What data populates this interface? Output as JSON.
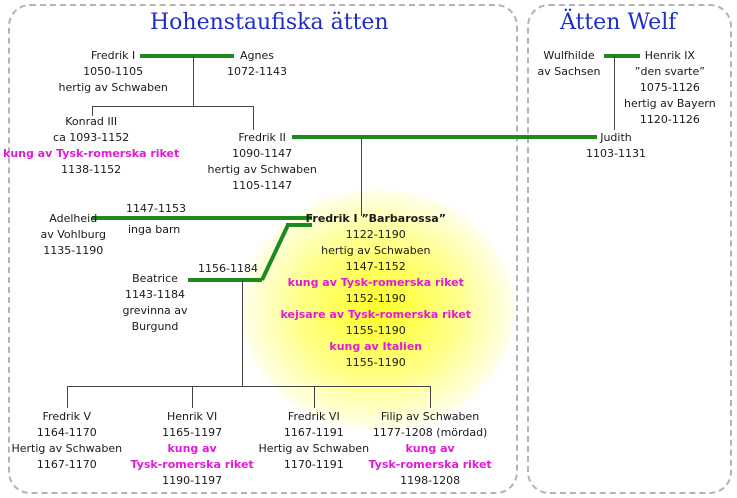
{
  "houses": {
    "hohenstaufen": {
      "title": "Hohenstaufiska ätten"
    },
    "welf": {
      "title": "Ätten Welf"
    }
  },
  "people": {
    "fredrik_i": {
      "lines": [
        {
          "t": "Fredrik I"
        },
        {
          "t": "1050-1105"
        },
        {
          "t": "hertig av Schwaben"
        }
      ]
    },
    "agnes": {
      "lines": [
        {
          "t": "Agnes"
        },
        {
          "t": "1072-1143"
        }
      ]
    },
    "konrad_iii": {
      "lines": [
        {
          "t": "Konrad III"
        },
        {
          "t": "ca 1093-1152"
        },
        {
          "t": "kung av Tysk-romerska riket",
          "hl": true
        },
        {
          "t": "1138-1152"
        }
      ]
    },
    "fredrik_ii": {
      "lines": [
        {
          "t": "Fredrik II"
        },
        {
          "t": "1090-1147"
        },
        {
          "t": "hertig av Schwaben"
        },
        {
          "t": "1105-1147"
        }
      ]
    },
    "wulfhilde": {
      "lines": [
        {
          "t": "Wulfhilde"
        },
        {
          "t": "av Sachsen"
        }
      ]
    },
    "henrik_ix": {
      "lines": [
        {
          "t": "Henrik IX"
        },
        {
          "t": "”den svarte”"
        },
        {
          "t": "1075-1126"
        },
        {
          "t": "hertig av Bayern"
        },
        {
          "t": "1120-1126"
        }
      ]
    },
    "judith": {
      "lines": [
        {
          "t": "Judith"
        },
        {
          "t": "1103-1131"
        }
      ]
    },
    "adelheid": {
      "lines": [
        {
          "t": "Adelheid"
        },
        {
          "t": "av Vohlburg"
        },
        {
          "t": "1135-1190"
        }
      ]
    },
    "barbarossa": {
      "lines": [
        {
          "t": "Fredrik I ”Barbarossa”",
          "b": true
        },
        {
          "t": "1122-1190"
        },
        {
          "t": "hertig av Schwaben"
        },
        {
          "t": "1147-1152"
        },
        {
          "t": "kung av Tysk-romerska riket",
          "hl": true
        },
        {
          "t": "1152-1190"
        },
        {
          "t": "kejsare av Tysk-romerska riket",
          "hl": true
        },
        {
          "t": "1155-1190"
        },
        {
          "t": "kung av Italien",
          "hl": true
        },
        {
          "t": "1155-1190"
        }
      ]
    },
    "beatrice": {
      "lines": [
        {
          "t": "Beatrice"
        },
        {
          "t": "1143-1184"
        },
        {
          "t": "grevinna av"
        },
        {
          "t": "Burgund"
        }
      ]
    },
    "fredrik_v": {
      "lines": [
        {
          "t": "Fredrik V"
        },
        {
          "t": "1164-1170"
        },
        {
          "t": "Hertig av Schwaben"
        },
        {
          "t": "1167-1170"
        }
      ]
    },
    "henrik_vi": {
      "lines": [
        {
          "t": "Henrik VI"
        },
        {
          "t": "1165-1197"
        },
        {
          "t": "kung av",
          "hl": true
        },
        {
          "t": "Tysk-romerska riket",
          "hl": true
        },
        {
          "t": "1190-1197"
        }
      ]
    },
    "fredrik_vi": {
      "lines": [
        {
          "t": "Fredrik VI"
        },
        {
          "t": "1167-1191"
        },
        {
          "t": "Hertig av Schwaben"
        },
        {
          "t": "1170-1191"
        }
      ]
    },
    "filip": {
      "lines": [
        {
          "t": "Filip av Schwaben"
        },
        {
          "t": "1177-1208 (mördad)"
        },
        {
          "t": "kung av",
          "hl": true
        },
        {
          "t": "Tysk-romerska riket",
          "hl": true
        },
        {
          "t": "1198-1208"
        }
      ]
    }
  },
  "marriage_labels": {
    "adelheid_years": "1147-1153",
    "adelheid_note": "inga barn",
    "beatrice_years": "1156-1184"
  },
  "colors": {
    "house_title": "#1f2fc6",
    "highlight_text": "#e21ad8",
    "marriage_line": "#1e8a1e",
    "glow": "#ffff1e"
  }
}
